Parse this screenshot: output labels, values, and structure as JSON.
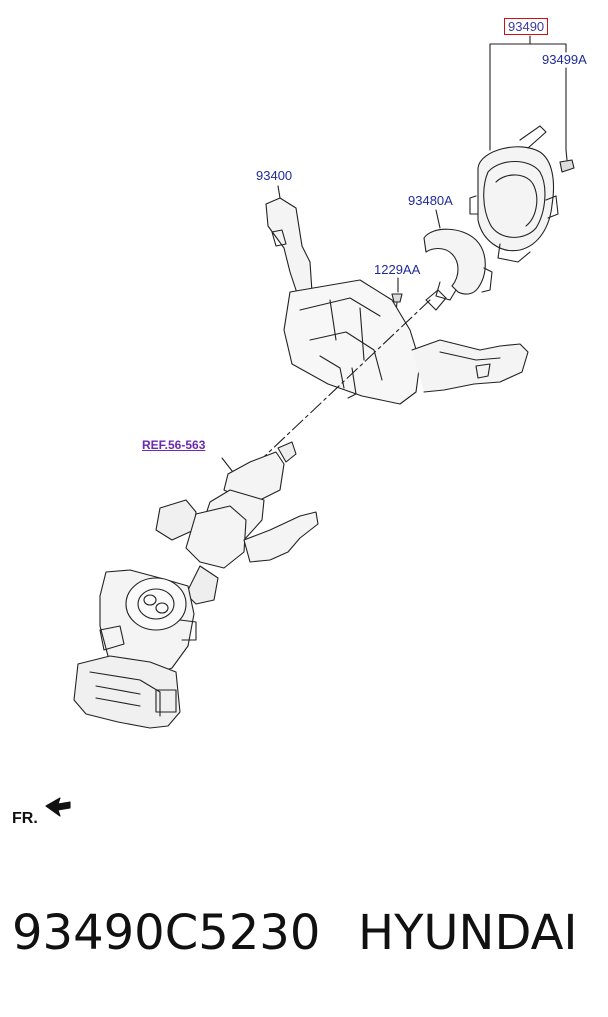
{
  "callouts": {
    "part_93490": "93490",
    "part_93499A": "93499A",
    "part_93400": "93400",
    "part_93480A": "93480A",
    "part_1229AA": "1229AA",
    "ref_56_563": "REF.56-563"
  },
  "direction": {
    "fr_label": "FR."
  },
  "caption": {
    "part_number": "93490C5230",
    "brand": "HYUNDAI"
  },
  "colors": {
    "callout_text": "#1f2a9c",
    "highlight_border": "#d01010",
    "ref_text": "#6a2ab0",
    "line_art": "#222222"
  }
}
